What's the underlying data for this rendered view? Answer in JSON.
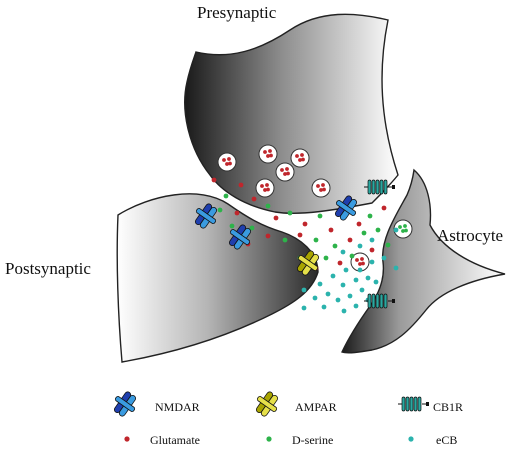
{
  "labels": {
    "presynaptic": "Presynaptic",
    "postsynaptic": "Postsynaptic",
    "astrocyte": "Astrocyte"
  },
  "legend": {
    "nmdar": "NMDAR",
    "ampar": "AMPAR",
    "cb1r": "CB1R",
    "glutamate": "Glutamate",
    "dserine": "D-serine",
    "ecb": "eCB"
  },
  "colors": {
    "glutamate": "#c0262c",
    "dserine": "#2db34a",
    "ecb": "#2bb3ad",
    "nmdar_dark": "#1f3fae",
    "nmdar_light": "#3a9be0",
    "ampar_dark": "#a8a400",
    "ampar_light": "#e6e04a",
    "cb1r": "#2aa8a0"
  },
  "icons": {
    "nmdar": "nmdar-receptor-icon",
    "ampar": "ampar-receptor-icon",
    "cb1r": "cb1r-receptor-icon",
    "vesicle": "synaptic-vesicle-icon"
  }
}
